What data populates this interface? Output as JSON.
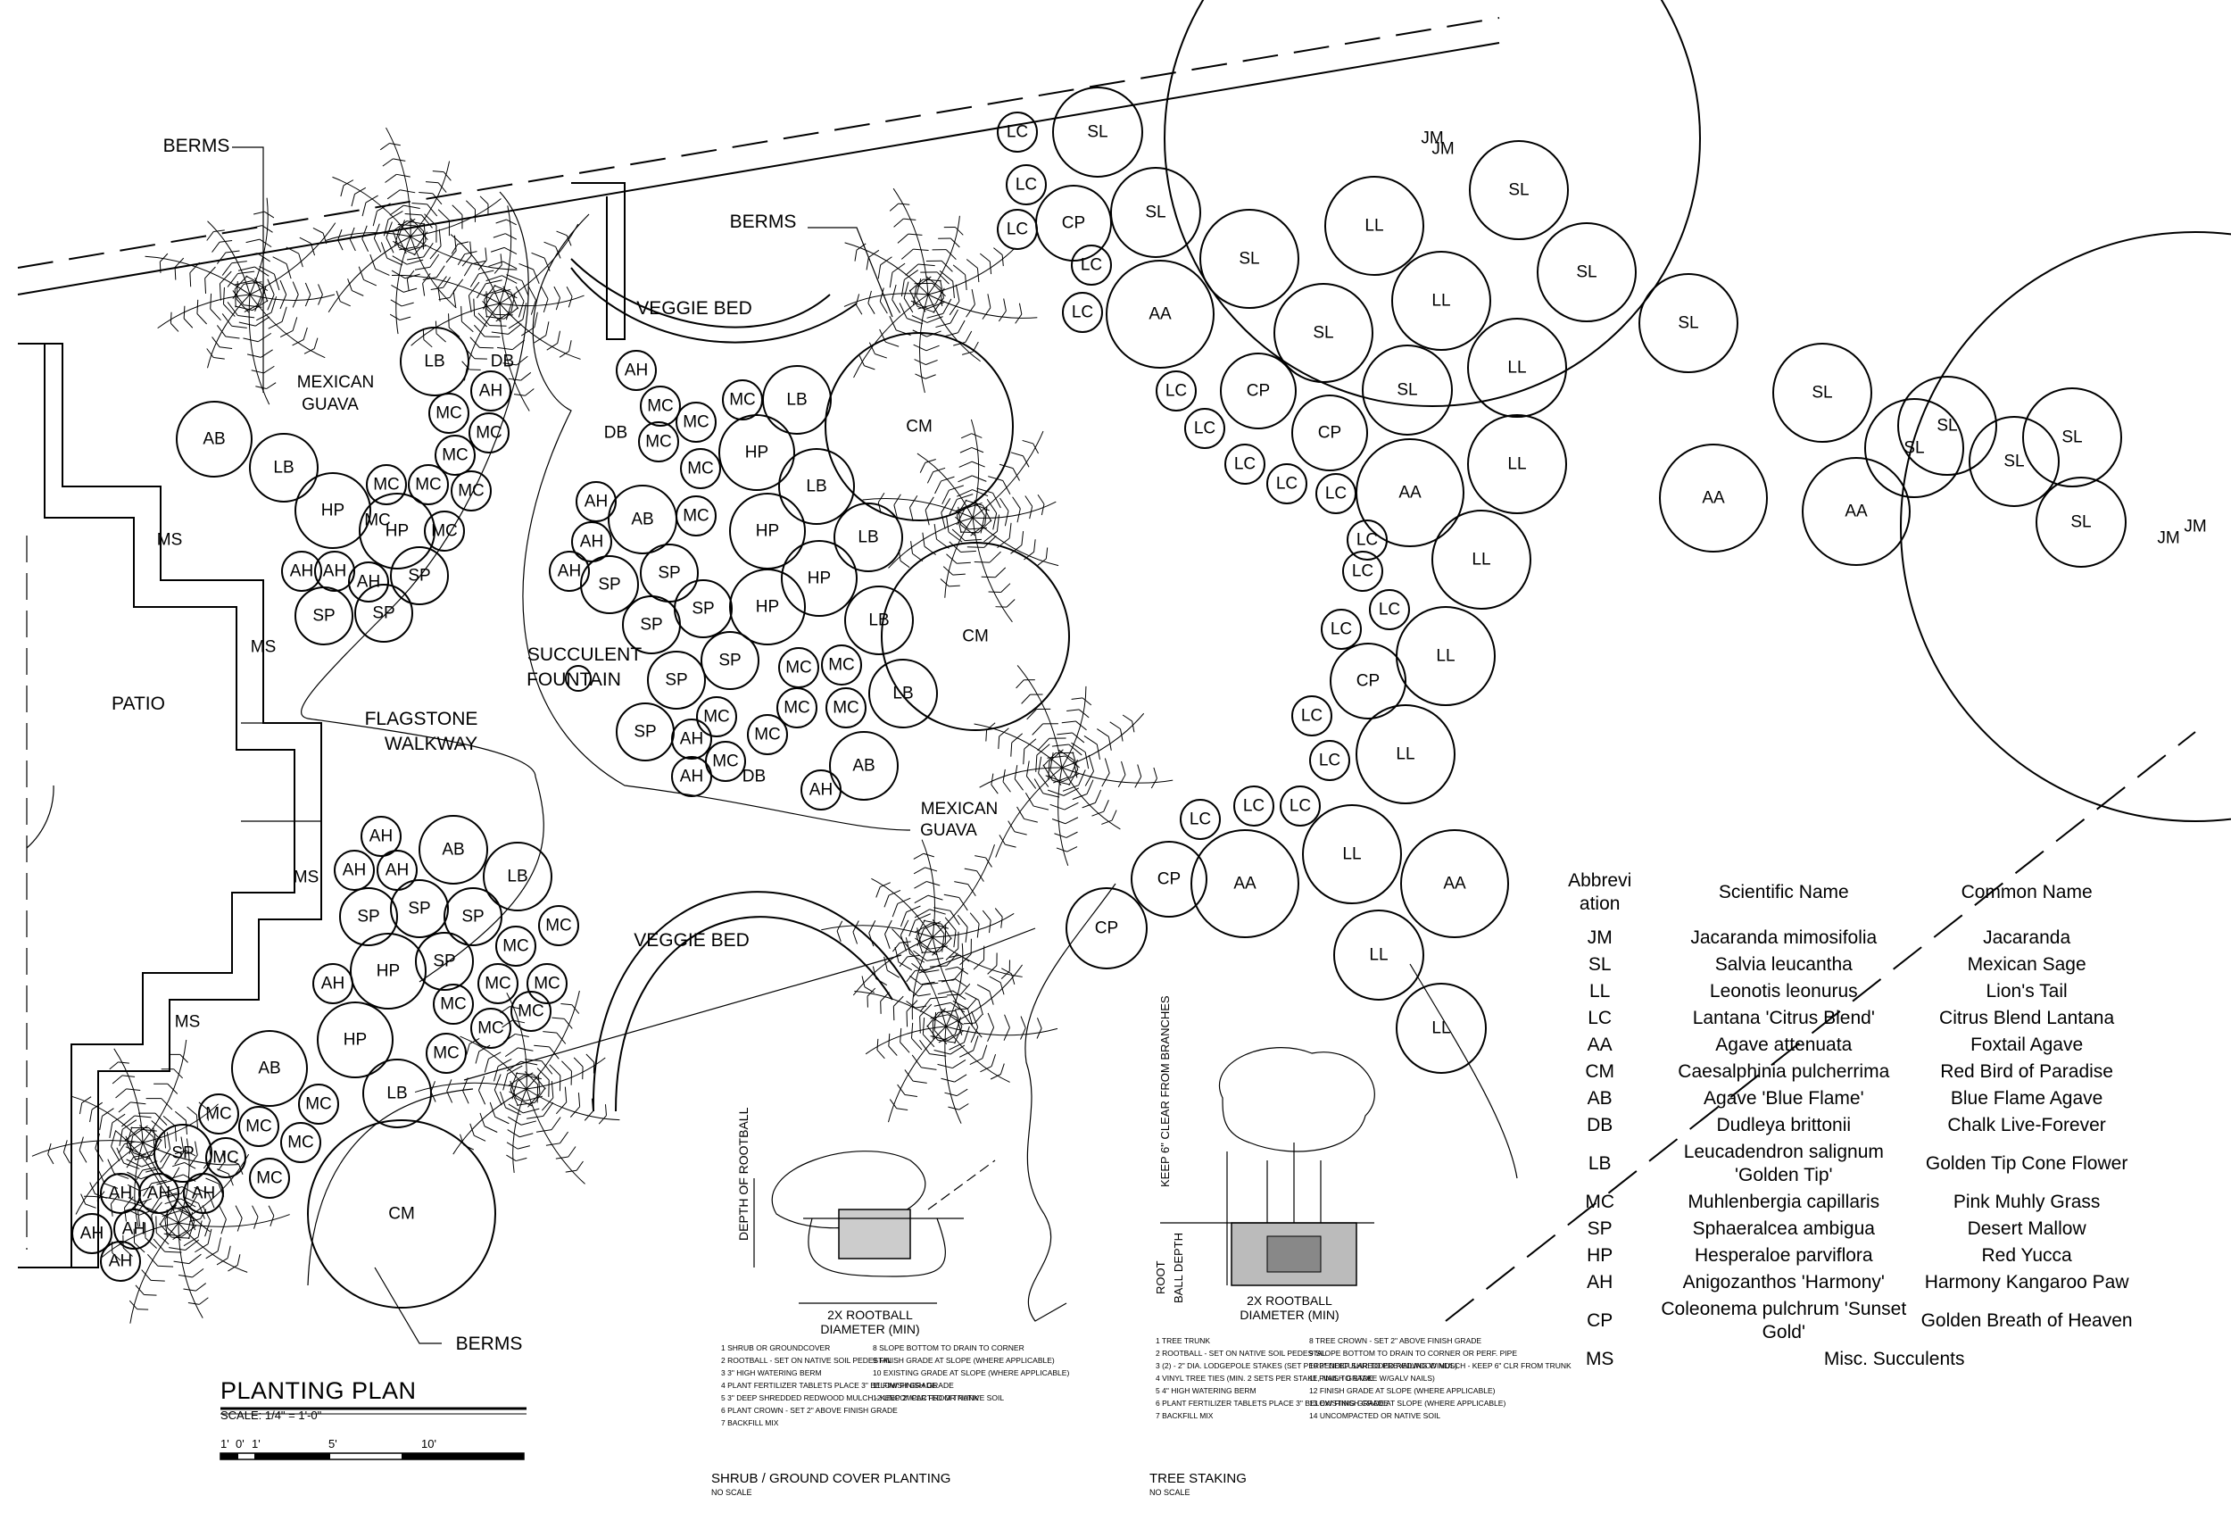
{
  "plan": {
    "title": "PLANTING PLAN",
    "scale": "SCALE: 1/4\" = 1'-0\"",
    "scale_ticks": [
      "1'",
      "0'",
      "1'",
      "5'",
      "10'"
    ],
    "areas": {
      "patio": "PATIO",
      "flagstone_1": "FLAGSTONE",
      "flagstone_2": "WALKWAY",
      "fountain_1": "SUCCULENT",
      "fountain_2": "FOUNTAIN",
      "veggie_bed_top": "VEGGIE BED",
      "veggie_bed_bottom": "VEGGIE BED",
      "berms_1": "BERMS",
      "berms_2": "BERMS",
      "berms_3": "BERMS",
      "guava_1a": "MEXICAN",
      "guava_1b": "GUAVA",
      "guava_2a": "MEXICAN",
      "guava_2b": "GUAVA",
      "ms_1": "MS",
      "ms_2": "MS",
      "ms_3": "MS",
      "ms_4": "MS",
      "jm_1": "JM",
      "jm_2": "JM"
    },
    "plant_codes": [
      "JM",
      "SL",
      "LL",
      "LC",
      "AA",
      "CM",
      "AB",
      "DB",
      "LB",
      "MC",
      "SP",
      "HP",
      "AH",
      "CP",
      "MS"
    ]
  },
  "legend": {
    "headers": [
      "Abbrevi ation",
      "Scientific Name",
      "Common Name"
    ],
    "rows": [
      {
        "abbr": "JM",
        "sci": "Jacaranda mimosifolia",
        "common": "Jacaranda"
      },
      {
        "abbr": "SL",
        "sci": "Salvia leucantha",
        "common": "Mexican Sage"
      },
      {
        "abbr": "LL",
        "sci": "Leonotis leonurus",
        "common": "Lion's Tail"
      },
      {
        "abbr": "LC",
        "sci": "Lantana 'Citrus Blend'",
        "common": "Citrus Blend Lantana"
      },
      {
        "abbr": "AA",
        "sci": "Agave attenuata",
        "common": "Foxtail Agave"
      },
      {
        "abbr": "CM",
        "sci": "Caesalphinia pulcherrima",
        "common": "Red Bird of Paradise"
      },
      {
        "abbr": "AB",
        "sci": "Agave 'Blue Flame'",
        "common": "Blue Flame Agave"
      },
      {
        "abbr": "DB",
        "sci": "Dudleya brittonii",
        "common": "Chalk Live-Forever"
      },
      {
        "abbr": "LB",
        "sci": "Leucadendron salignum 'Golden Tip'",
        "common": "Golden Tip Cone Flower"
      },
      {
        "abbr": "MC",
        "sci": "Muhlenbergia capillaris",
        "common": "Pink Muhly Grass"
      },
      {
        "abbr": "SP",
        "sci": "Sphaeralcea ambigua",
        "common": "Desert Mallow"
      },
      {
        "abbr": "HP",
        "sci": "Hesperaloe parviflora",
        "common": "Red Yucca"
      },
      {
        "abbr": "AH",
        "sci": "Anigozanthos 'Harmony'",
        "common": "Harmony Kangaroo Paw"
      },
      {
        "abbr": "CP",
        "sci": "Coleonema pulchrum 'Sunset Gold'",
        "common": "Golden Breath of Heaven"
      },
      {
        "abbr": "MS",
        "sci": "Misc. Succulents",
        "common": ""
      }
    ]
  },
  "shrub_detail": {
    "title": "SHRUB / GROUND COVER PLANTING",
    "scale": "NO SCALE",
    "depth_label": "DEPTH OF ROOTBALL",
    "diameter_1": "2X ROOTBALL",
    "diameter_2": "DIAMETER (MIN)",
    "notes_left": [
      "1 SHRUB OR GROUNDCOVER",
      "2 ROOTBALL - SET ON NATIVE SOIL PEDESTAL",
      "3 3\" HIGH WATERING BERM",
      "4 PLANT FERTILIZER TABLETS PLACE 3\" BELOW FINISH GRADE",
      "5 3\" DEEP SHREDDED REDWOOD MULCH - KEEP 2\" CLR FROM TRUNK",
      "6 PLANT CROWN - SET 2\" ABOVE FINISH GRADE",
      "7 BACKFILL MIX"
    ],
    "notes_right": [
      "8 SLOPE BOTTOM TO DRAIN TO CORNER",
      "9 FINISH GRADE AT SLOPE (WHERE APPLICABLE)",
      "10 EXISTING GRADE AT SLOPE (WHERE APPLICABLE)",
      "11 FINISH GRADE",
      "12 UNCOMPACTED OR NATIVE SOIL"
    ]
  },
  "tree_detail": {
    "title": "TREE STAKING",
    "scale": "NO SCALE",
    "clear_label": "KEEP 6\" CLEAR FROM BRANCHES",
    "root_label_1": "ROOT",
    "root_label_2": "BALL DEPTH",
    "diameter_1": "2X ROOTBALL",
    "diameter_2": "DIAMETER (MIN)",
    "notes_left": [
      "1 TREE TRUNK",
      "2 ROOTBALL - SET ON NATIVE SOIL PEDESTAL",
      "3 (2) - 2\" DIA. LODGEPOLE STAKES (SET PERPENDICULAR TO PREVAILING WINDS)",
      "4 VINYL TREE TIES (MIN. 2 SETS PER STAKE, NAIL TO STAKE W/GALV NAILS)",
      "5 4\" HIGH WATERING BERM",
      "6 PLANT FERTILIZER TABLETS PLACE 3\" BELOW FINISH GRADE",
      "7 BACKFILL MIX"
    ],
    "notes_right": [
      "8 TREE CROWN - SET 2\" ABOVE FINISH GRADE",
      "9 SLOPE BOTTOM TO DRAIN TO CORNER OR PERF. PIPE",
      "10 3\" DEEP SHREDDED REDWOOD MULCH - KEEP 6\" CLR FROM TRUNK",
      "11 FINISH GRADE",
      "12 FINISH GRADE AT SLOPE (WHERE APPLICABLE)",
      "13 EXISTING GRADE AT SLOPE (WHERE APPLICABLE)",
      "14 UNCOMPACTED OR NATIVE SOIL"
    ]
  }
}
